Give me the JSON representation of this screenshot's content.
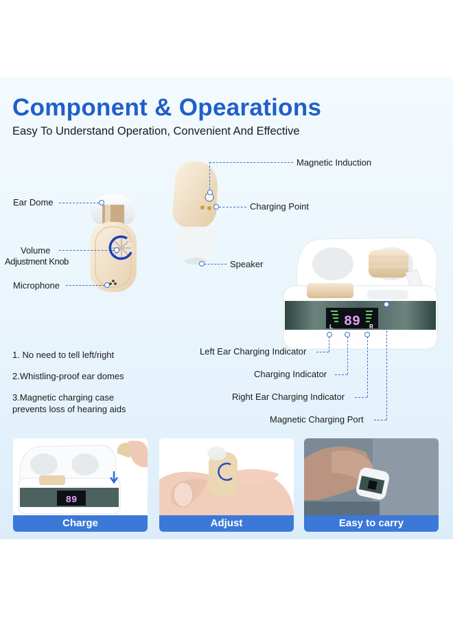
{
  "header": {
    "title": "Component & Opearations",
    "subtitle": "Easy To Understand Operation, Convenient And Effective"
  },
  "left_earpiece_labels": {
    "ear_dome": "Ear Dome",
    "volume_line1": "Volume",
    "volume_line2": "Adjustment Knob",
    "microphone": "Microphone"
  },
  "right_earpiece_labels": {
    "magnetic_induction": "Magnetic Induction",
    "charging_point": "Charging Point",
    "speaker": "Speaker"
  },
  "case_labels": {
    "left_indicator": "Left Ear Charging Indicator",
    "charging_indicator": "Charging Indicator",
    "right_indicator": "Right Ear Charging Indicator",
    "charging_port": "Magnetic Charging Port",
    "display_value": "89",
    "display_left": "L",
    "display_right": "R"
  },
  "features": [
    {
      "text": "1. No need to tell left/right"
    },
    {
      "text": "2.Whistling-proof ear domes"
    },
    {
      "text": "3.Magnetic charging case prevents loss of hearing aids"
    }
  ],
  "cards": [
    {
      "caption": "Charge",
      "display_value": "89"
    },
    {
      "caption": "Adjust"
    },
    {
      "caption": "Easy to carry"
    }
  ],
  "colors": {
    "title_blue": "#1f5fc8",
    "caption_bar": "#3c78d8",
    "leader_line": "#3b6fd0",
    "panel_bg": "#e8f4fc",
    "case_band": "#3f5a55",
    "led_digits": "#e0a0f0",
    "led_bars": "#5fd35f"
  }
}
